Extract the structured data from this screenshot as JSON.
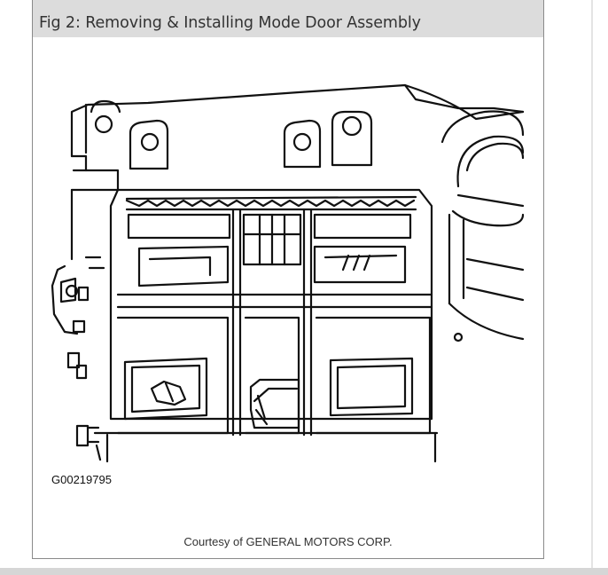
{
  "figure": {
    "title": "Fig 2: Removing & Installing Mode Door Assembly",
    "figure_id": "G00219795",
    "credit": "Courtesy of GENERAL MOTORS CORP."
  }
}
